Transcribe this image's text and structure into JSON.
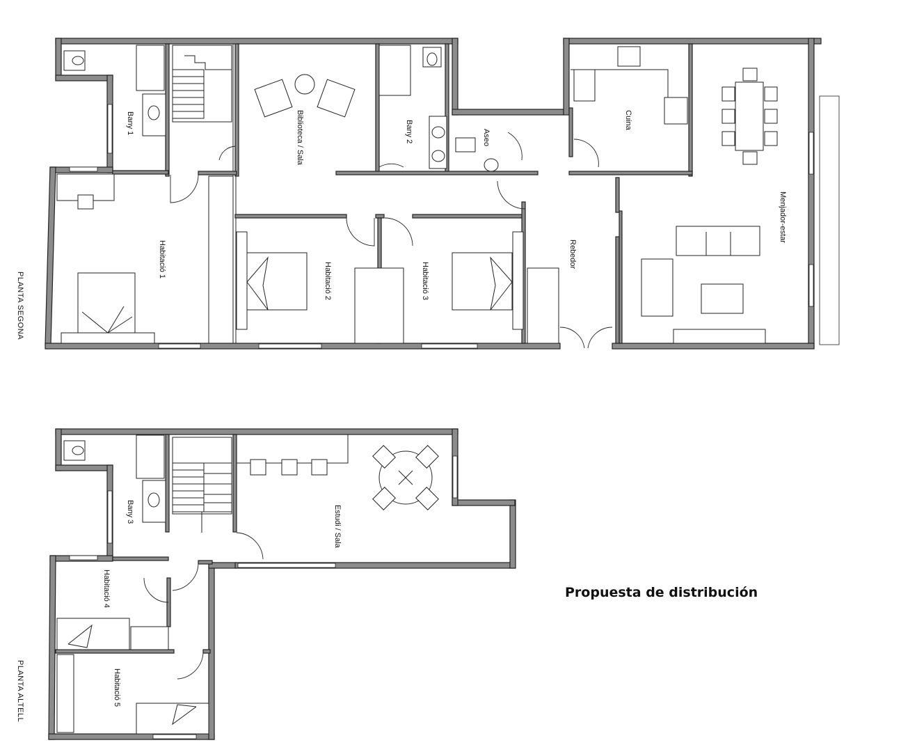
{
  "caption": "Propuesta de distribución",
  "floors": {
    "upper": "PLANTA SEGONA",
    "attic": "PLANTA ALTELL"
  },
  "rooms": {
    "bany1": "Bany 1",
    "biblioteca": "Biblioteca / Sala",
    "bany2": "Bany 2",
    "aseo": "Aseo",
    "cuina": "Cuina",
    "menjador": "Menjador-estar",
    "habitacio1": "Habitació 1",
    "habitacio2": "Habitació 2",
    "habitacio3": "Habitació 3",
    "rebedor": "Rebedor",
    "bany3": "Bany 3",
    "estudi": "Estudi / Sala",
    "habitacio4": "Habitació 4",
    "habitacio5": "Habitació 5"
  }
}
